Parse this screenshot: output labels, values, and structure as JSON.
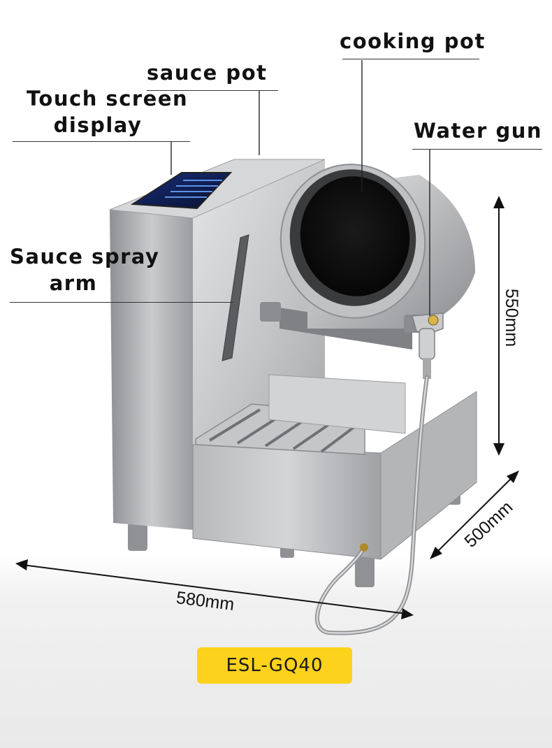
{
  "labels": {
    "cooking_pot": "cooking pot",
    "sauce_pot": "sauce pot",
    "touch_screen_line1": "Touch screen",
    "touch_screen_line2": "display",
    "water_gun": "Water gun",
    "sauce_spray_line1": "Sauce spray",
    "sauce_spray_line2": "arm"
  },
  "dimensions": {
    "height": "550mm",
    "depth": "500mm",
    "width": "580mm"
  },
  "model": "ESL-GQ40",
  "colors": {
    "badge": "#fcd21c",
    "steel_light": "#d9dadb",
    "steel_mid": "#a9abad",
    "steel_dark": "#6e7073",
    "screen": "#0d1b4a",
    "pot_inner": "#0b0b0b"
  }
}
